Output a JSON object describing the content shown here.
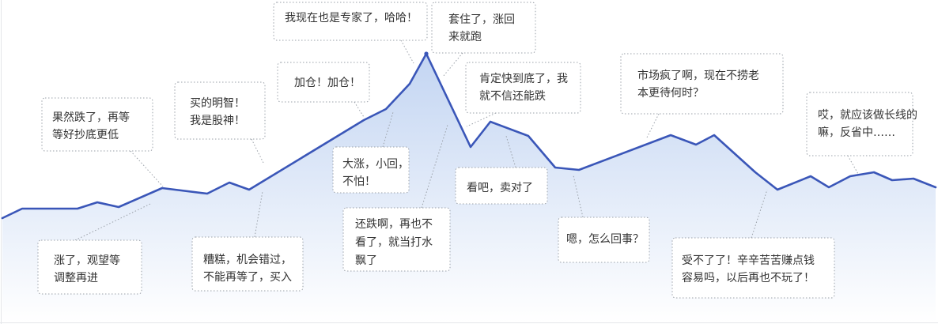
{
  "colors": {
    "line": "#3a56b8",
    "area_top": "#c3d5f2",
    "area_bottom": "#ffffff",
    "bubble_border": "#9aa0a8",
    "text": "#333333"
  },
  "bubbles": [
    {
      "key": "rise-wait",
      "lines": [
        "涨了，观望等",
        "调整再进"
      ]
    },
    {
      "key": "dropped-wait",
      "lines": [
        "果然跌了，再等",
        "等好抄底更低"
      ]
    },
    {
      "key": "smart-buy",
      "lines": [
        "买的明智！",
        "我是股神！"
      ]
    },
    {
      "key": "too-bad-buy",
      "lines": [
        "糟糕，机会错过，",
        "不能再等了，买入"
      ]
    },
    {
      "key": "add-position",
      "lines": [
        "加仓！加仓！"
      ]
    },
    {
      "key": "big-rise",
      "lines": [
        "大涨，小回，",
        "不怕！"
      ]
    },
    {
      "key": "expert",
      "lines": [
        "我现在也是专家了，哈哈！"
      ]
    },
    {
      "key": "trapped",
      "lines": [
        "套住了，涨回",
        "来就跑"
      ]
    },
    {
      "key": "still-falling",
      "lines": [
        "还跌啊，再也不",
        "看了，就当打水",
        "飘了"
      ]
    },
    {
      "key": "near-bottom",
      "lines": [
        "肯定快到底了，我",
        "就不信还能跌"
      ]
    },
    {
      "key": "sold-right",
      "lines": [
        "看吧，卖对了"
      ]
    },
    {
      "key": "what-happened",
      "lines": [
        "嗯，怎么回事？"
      ]
    },
    {
      "key": "market-crazy",
      "lines": [
        "市场疯了啊，现在不捞老",
        "本更待何时？"
      ]
    },
    {
      "key": "give-up",
      "lines": [
        "受不了了！辛辛苦苦赚点钱",
        "容易吗，以后再也不玩了！"
      ]
    },
    {
      "key": "long-term",
      "lines": [
        "哎，就应该做长线的",
        "嘛，反省中……"
      ]
    }
  ]
}
